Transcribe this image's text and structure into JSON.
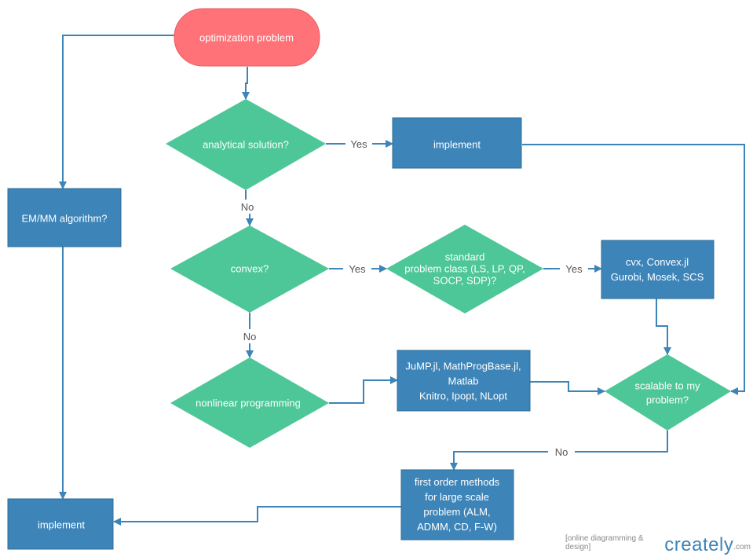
{
  "colors": {
    "start": "#fe7278",
    "process": "#3d84b8",
    "decision": "#4dc698",
    "edge": "#3d84b8",
    "label": "#555555"
  },
  "nodes": {
    "start": {
      "lines": [
        "optimization problem"
      ]
    },
    "analytical": {
      "lines": [
        "analytical solution?"
      ]
    },
    "implement_top": {
      "lines": [
        "implement"
      ]
    },
    "em_mm": {
      "lines": [
        "EM/MM algorithm?"
      ]
    },
    "convex": {
      "lines": [
        "convex?"
      ]
    },
    "standard_class": {
      "lines": [
        "standard",
        "problem class (LS,  LP, QP,",
        "SOCP, SDP)?"
      ]
    },
    "cvx": {
      "lines": [
        "cvx, Convex.jl",
        "Gurobi, Mosek, SCS"
      ]
    },
    "nonlinear": {
      "lines": [
        "nonlinear programming"
      ]
    },
    "jump": {
      "lines": [
        "JuMP.jl, MathProgBase.jl,",
        "Matlab",
        "Knitro, Ipopt, NLopt"
      ]
    },
    "scalable": {
      "lines": [
        "scalable to my",
        "problem?"
      ]
    },
    "first_order": {
      "lines": [
        "first order methods",
        "for large scale",
        "problem (ALM,",
        "ADMM, CD, F-W)"
      ]
    },
    "implement_bottom": {
      "lines": [
        "implement"
      ]
    }
  },
  "edge_labels": {
    "analytical_yes": "Yes",
    "analytical_no": "No",
    "convex_yes": "Yes",
    "convex_no": "No",
    "standard_yes": "Yes",
    "scalable_no": "No"
  },
  "watermark": {
    "tagline": "[online diagramming & design]",
    "brand": "creately",
    "suffix": ".com"
  }
}
